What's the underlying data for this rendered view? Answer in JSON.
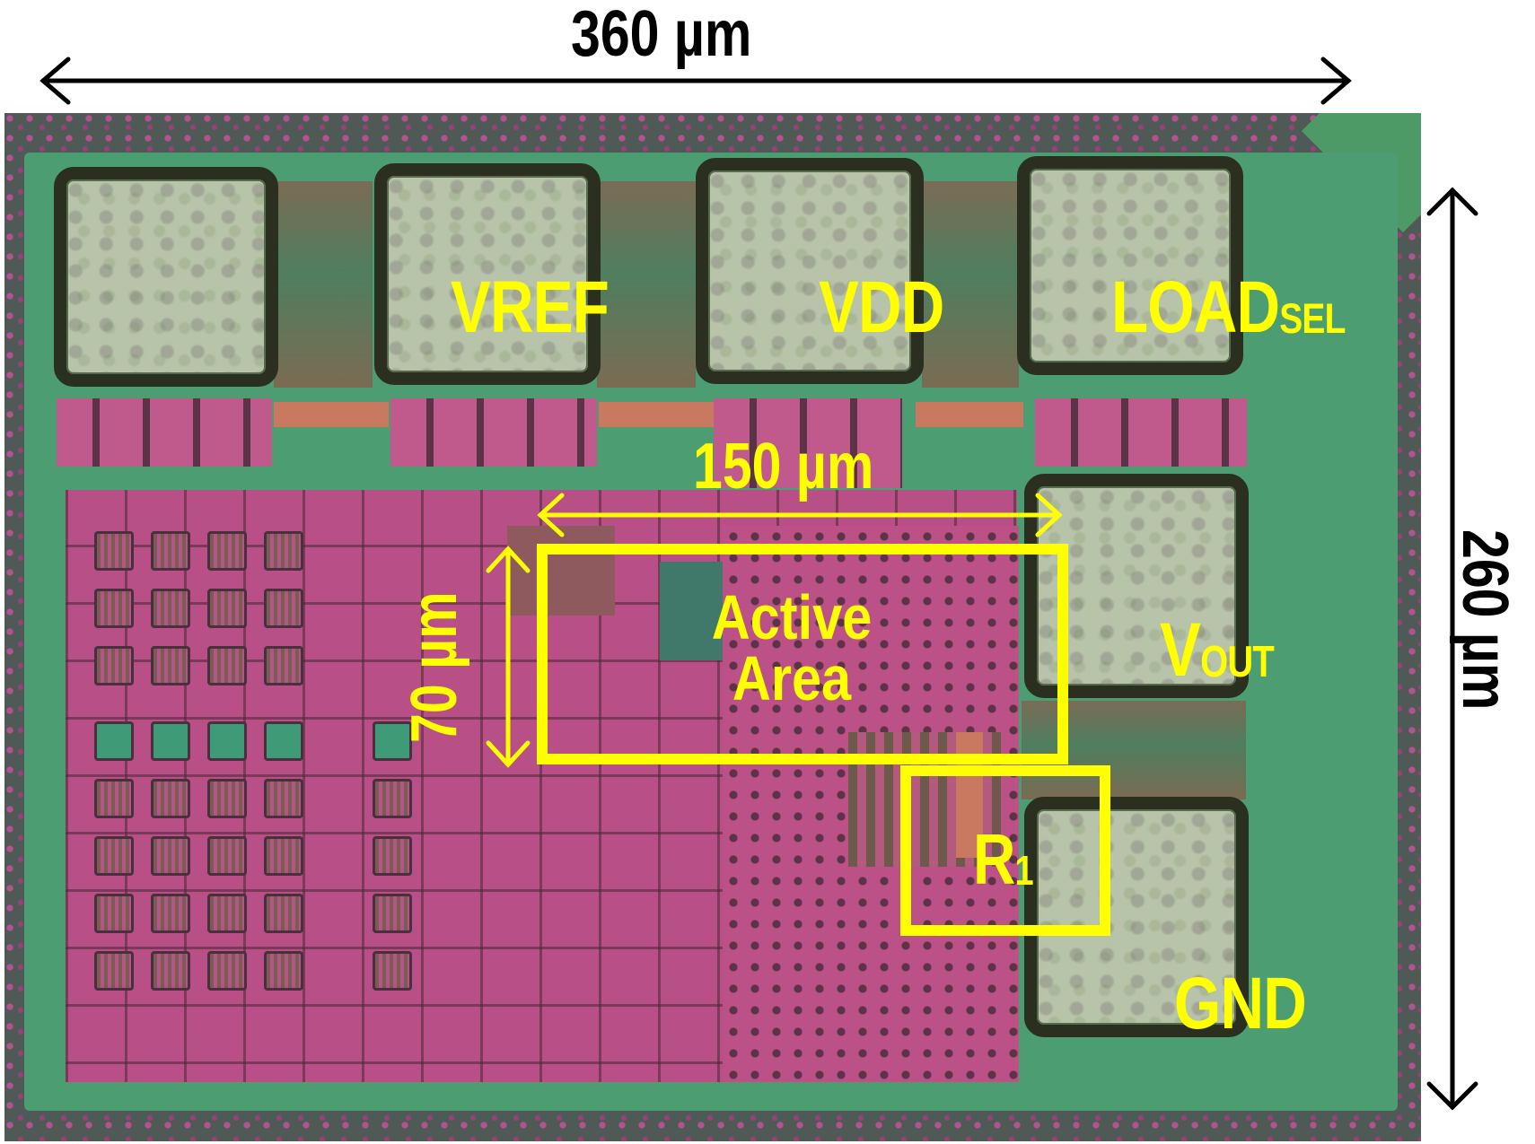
{
  "figure": {
    "type": "annotated chip micrograph",
    "dimensions": {
      "width_label": "360 µm",
      "height_label": "260 µm",
      "active_width_label": "150 µm",
      "active_height_label": "70 µm"
    },
    "pads": [
      {
        "id": "pad-1",
        "label": "",
        "subscript": ""
      },
      {
        "id": "pad-vref",
        "label": "VREF",
        "subscript": ""
      },
      {
        "id": "pad-vdd",
        "label": "VDD",
        "subscript": ""
      },
      {
        "id": "pad-loadsel",
        "label": "LOAD",
        "subscript": "SEL"
      },
      {
        "id": "pad-vout",
        "label": "V",
        "subscript": "OUT"
      },
      {
        "id": "pad-gnd",
        "label": "GND",
        "subscript": ""
      }
    ],
    "regions": {
      "active_area": {
        "line1": "Active",
        "line2": "Area"
      },
      "resistor": {
        "label": "R",
        "subscript": "1"
      }
    },
    "colors": {
      "annotation_yellow": "#ffff00",
      "dimension_black": "#000000",
      "metal_pink": "#b84f86",
      "guard_green": "#4c9e72",
      "pad_gray": "#b7c4aa"
    }
  }
}
